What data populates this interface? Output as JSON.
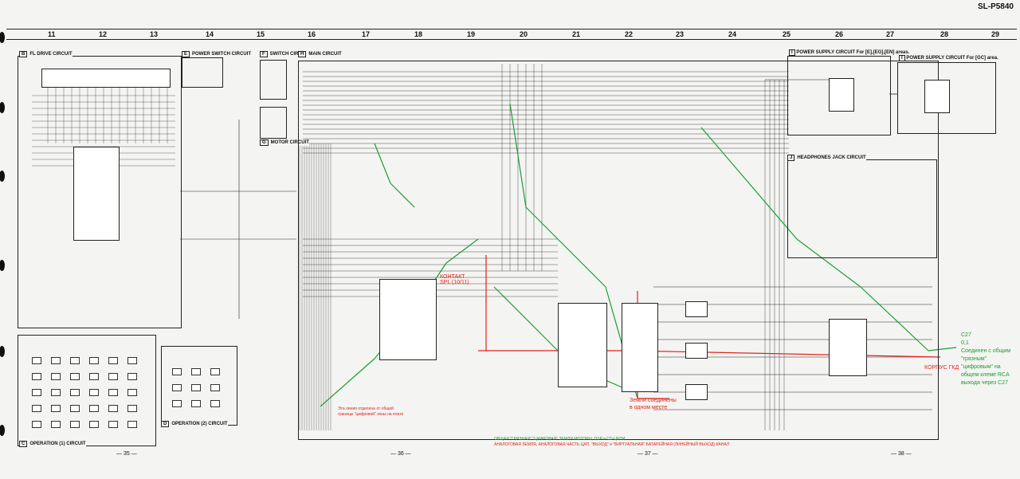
{
  "model": "SL-P5840",
  "columns": [
    "11",
    "12",
    "13",
    "14",
    "15",
    "16",
    "17",
    "18",
    "19",
    "20",
    "21",
    "22",
    "23",
    "24",
    "25",
    "26",
    "27",
    "28",
    "29"
  ],
  "blocks": {
    "fl_drive": {
      "letter": "B",
      "label": "FL DRIVE CIRCUIT"
    },
    "power_switch": {
      "letter": "E",
      "label": "POWER SWITCH CIRCUIT"
    },
    "switch_circuit": {
      "letter": "F",
      "label": "SWITCH CIRCUIT"
    },
    "main": {
      "letter": "H",
      "label": "MAIN CIRCUIT"
    },
    "motor": {
      "letter": "G",
      "label": "MOTOR CIRCUIT"
    },
    "power_supply_1": {
      "letter": "I",
      "label": "POWER SUPPLY CIRCUIT",
      "sub": "For [E],[EG],[EN] areas."
    },
    "power_supply_2": {
      "letter": "I",
      "label": "POWER SUPPLY CIRCUIT",
      "sub": "For [GC] area."
    },
    "headphones": {
      "letter": "J",
      "label": "HEADPHONES JACK CIRCUIT"
    },
    "operation1": {
      "letter": "C",
      "label": "OPERATION (1) CIRCUIT"
    },
    "operation2": {
      "letter": "D",
      "label": "OPERATION (2) CIRCUIT"
    }
  },
  "page_numbers": [
    "— 35 —",
    "— 36 —",
    "— 37 —",
    "— 38 —"
  ],
  "annotations": {
    "ic_note_red": "КОНТАКТ\nSPL (10/11)",
    "ground_red_left": "Эта линия отделена от общей границы \"цифровой\" зоны на плате",
    "ground_red_center": "Земли соединены в одном месте",
    "case_ground": "КОРПУС ГКД",
    "c27_note": "С27\n0,1\nСоединен с общим \"грязным\" \"цифровым\" на общем клеме RCA выхода через С27",
    "legend_green": "ОБЩАЯ \"ГРЯЗНАЯ\" \"ЦИФРОВАЯ\" ЗЕМЛЯ МОТОРЫ, DSP и CD-ЦЕПИ",
    "legend_red": "АНАЛОГОВАЯ ЗЕМЛЯ, АНАЛОГОВАЯ ЧАСТЬ ЦАП, \"ВЫХОД\" и \"ВИРТУАЛЬНАЯ\" БАТАРЕЙНАЯ (ЛИНЕЙНЫЙ ВЫХОД) КАНАЛ"
  },
  "colors": {
    "green": "#1a9e33",
    "red": "#e2231a",
    "ink": "#222222"
  }
}
